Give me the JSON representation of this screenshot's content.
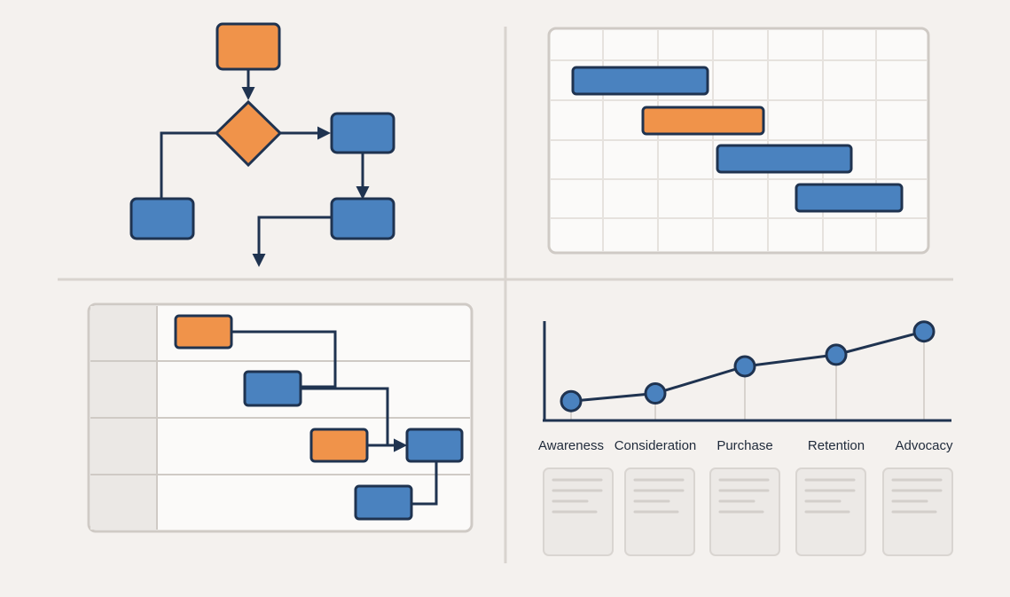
{
  "colors": {
    "orange": "#f0934a",
    "blue": "#4a82bf",
    "ink": "#1f3350",
    "background": "#f4f1ee"
  },
  "journey": {
    "stages": [
      "Awareness",
      "Consideration",
      "Purchase",
      "Retention",
      "Advocacy"
    ],
    "levels": [
      1,
      1.4,
      2.8,
      3.4,
      4.6
    ]
  },
  "cards": [
    {
      "name": "awareness",
      "lines": 4
    },
    {
      "name": "consideration",
      "lines": 4
    },
    {
      "name": "purchase",
      "lines": 4
    },
    {
      "name": "retention",
      "lines": 4
    },
    {
      "name": "advocacy",
      "lines": 4
    }
  ]
}
